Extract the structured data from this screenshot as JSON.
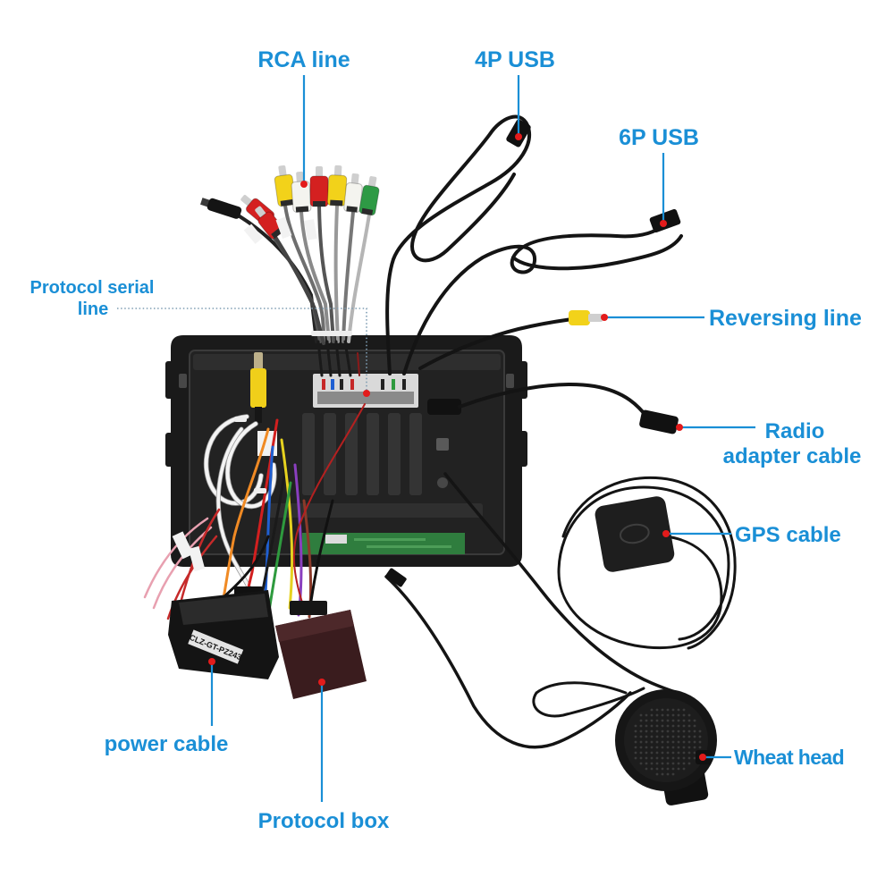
{
  "labels": {
    "rca_line": "RCA line",
    "usb_4p": "4P USB",
    "usb_6p": "6P USB",
    "protocol_serial_line": [
      "Protocol serial",
      "line"
    ],
    "reversing_line": "Reversing line",
    "radio_adapter_cable": [
      "Radio",
      "adapter cable"
    ],
    "gps_cable": "GPS cable",
    "wheat_head": "Wheat head",
    "power_cable": "power cable",
    "protocol_box": "Protocol box"
  },
  "product_markings": {
    "power_box_label": "CLZ-GT-PZ243"
  },
  "colors": {
    "label_blue": "#1a8fd6",
    "pointer_dot_red": "#e31b1b",
    "background": "#ffffff",
    "rca_plugs": [
      "#f2d21a",
      "#f4f4ef",
      "#d42020",
      "#f2d21a",
      "#f4f4ef",
      "#2e9a45",
      "#d42020",
      "#d42020"
    ]
  }
}
